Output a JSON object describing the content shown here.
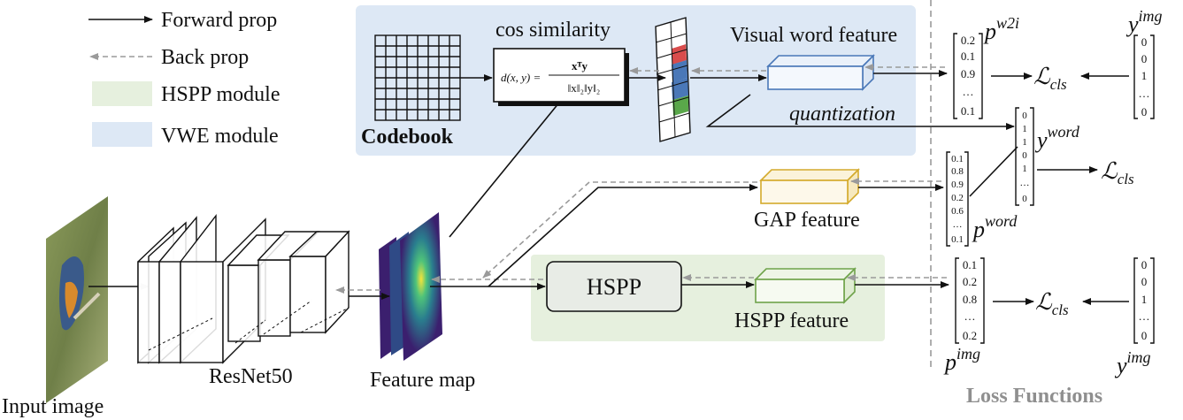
{
  "legend": {
    "forward": "Forward prop",
    "back": "Back prop",
    "hspp_module": "HSPP module",
    "vwe_module": "VWE module"
  },
  "labels": {
    "codebook": "Codebook",
    "cos_similarity": "cos similarity",
    "visual_word_feature": "Visual word feature",
    "quantization": "quantization",
    "gap_feature": "GAP feature",
    "hspp": "HSPP",
    "hspp_feature": "HSPP feature",
    "resnet50": "ResNet50",
    "feature_map": "Feature map",
    "input_image": "Input image",
    "loss_functions": "Loss Functions"
  },
  "formula": {
    "lhs": "d(x, y) =",
    "numerator": "xᵀy",
    "denominator": "‖x‖₂‖y‖₂"
  },
  "symbols": {
    "p_w2i_base": "p",
    "p_w2i_sup": "w2i",
    "y_img_top_base": "y",
    "y_img_top_sup": "img",
    "y_word_base": "y",
    "y_word_sup": "word",
    "p_word_base": "p",
    "p_word_sup": "word",
    "p_img_base": "p",
    "p_img_sup": "img",
    "y_img_bot_base": "y",
    "y_img_bot_sup": "img",
    "l_cls_1": "ℒ",
    "l_cls_2": "ℒ",
    "l_cls_3": "ℒ",
    "cls_sub": "cls"
  },
  "vectors": {
    "p_w2i": [
      "0.2",
      "0.1",
      "0.9",
      "…",
      "0.1"
    ],
    "y_img_top": [
      "0",
      "0",
      "1",
      "…",
      "0"
    ],
    "y_word": [
      "0",
      "1",
      "1",
      "0",
      "1",
      "…",
      "0"
    ],
    "p_word": [
      "0.1",
      "0.8",
      "0.9",
      "0.2",
      "0.6",
      "…",
      "0.1"
    ],
    "p_img": [
      "0.1",
      "0.2",
      "0.8",
      "…",
      "0.2"
    ],
    "y_img_bot": [
      "0",
      "0",
      "1",
      "…",
      "0"
    ]
  },
  "colors": {
    "vwe_bg": "#dde8f5",
    "hspp_bg": "#e6f0de",
    "visual_word_box": "#4a78b8",
    "gap_box": "#d4aa2c",
    "hspp_box": "#6fa34a",
    "back_prop": "#9a9a9a"
  }
}
